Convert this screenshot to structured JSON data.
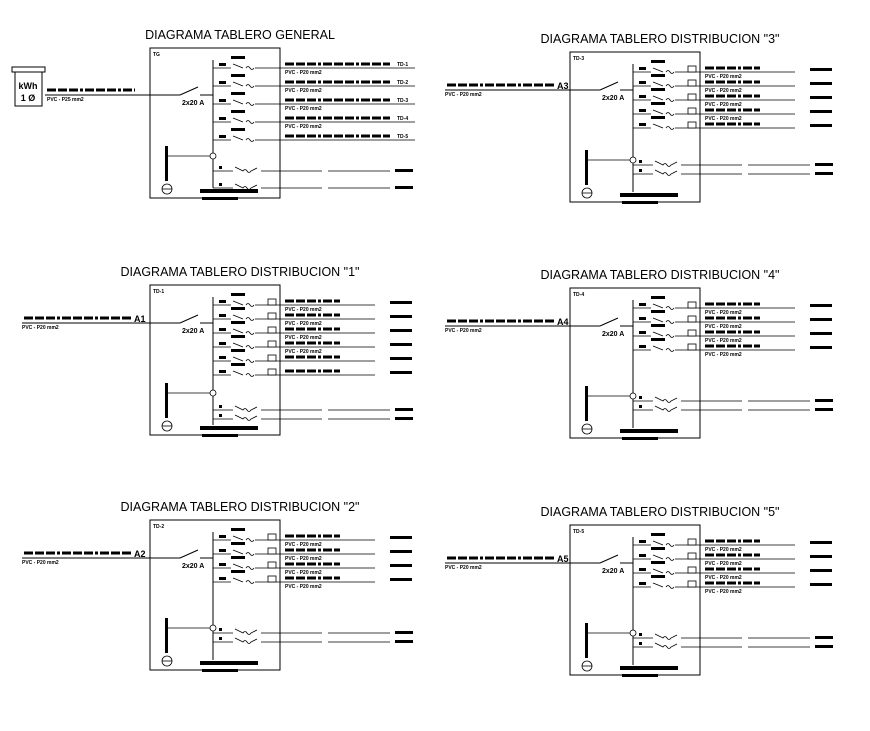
{
  "panels": [
    {
      "id": "TG",
      "title": "DIAGRAMA TABLERO  GENERAL",
      "panel_tag": "TG",
      "feed_cable": "PVC - P25 mm2",
      "breaker": "2x20 A",
      "feed_label": "",
      "circuits": 5,
      "spares": 2,
      "outputs": [
        "TD-1",
        "TD-2",
        "TD-3",
        "TD-4",
        "TD-5"
      ],
      "circuit_cable": "PVC - P20 mm2"
    },
    {
      "id": "TD1",
      "title": "DIAGRAMA TABLERO  DISTRIBUCION \"1\"",
      "panel_tag": "TD-1",
      "feed_cable": "PVC - P20 mm2",
      "breaker": "2x20 A",
      "feed_label": "A1",
      "circuits": 6,
      "spares": 2,
      "outputs": [],
      "circuit_cable": "PVC - P20 mm2"
    },
    {
      "id": "TD2",
      "title": "DIAGRAMA TABLERO  DISTRIBUCION \"2\"",
      "panel_tag": "TD-2",
      "feed_cable": "PVC - P20 mm2",
      "breaker": "2x20 A",
      "feed_label": "A2",
      "circuits": 4,
      "spares": 2,
      "outputs": [],
      "circuit_cable": "PVC - P20 mm2"
    },
    {
      "id": "TD3",
      "title": "DIAGRAMA TABLERO  DISTRIBUCION \"3\"",
      "panel_tag": "TD-3",
      "feed_cable": "PVC - P20 mm2",
      "breaker": "2x20 A",
      "feed_label": "A3",
      "circuits": 5,
      "spares": 2,
      "outputs": [],
      "circuit_cable": "PVC - P20 mm2"
    },
    {
      "id": "TD4",
      "title": "DIAGRAMA TABLERO  DISTRIBUCION \"4\"",
      "panel_tag": "TD-4",
      "feed_cable": "PVC - P20 mm2",
      "breaker": "2x20 A",
      "feed_label": "A4",
      "circuits": 4,
      "spares": 2,
      "outputs": [],
      "circuit_cable": "PVC - P20 mm2"
    },
    {
      "id": "TD5",
      "title": "DIAGRAMA TABLERO  DISTRIBUCION \"5\"",
      "panel_tag": "TD-5",
      "feed_cable": "PVC - P20 mm2",
      "breaker": "2x20 A",
      "feed_label": "A5",
      "circuits": 4,
      "spares": 2,
      "outputs": [],
      "circuit_cable": "PVC - P20 mm2"
    }
  ],
  "meter": {
    "label": "kWh",
    "phase": "1 Ø"
  }
}
